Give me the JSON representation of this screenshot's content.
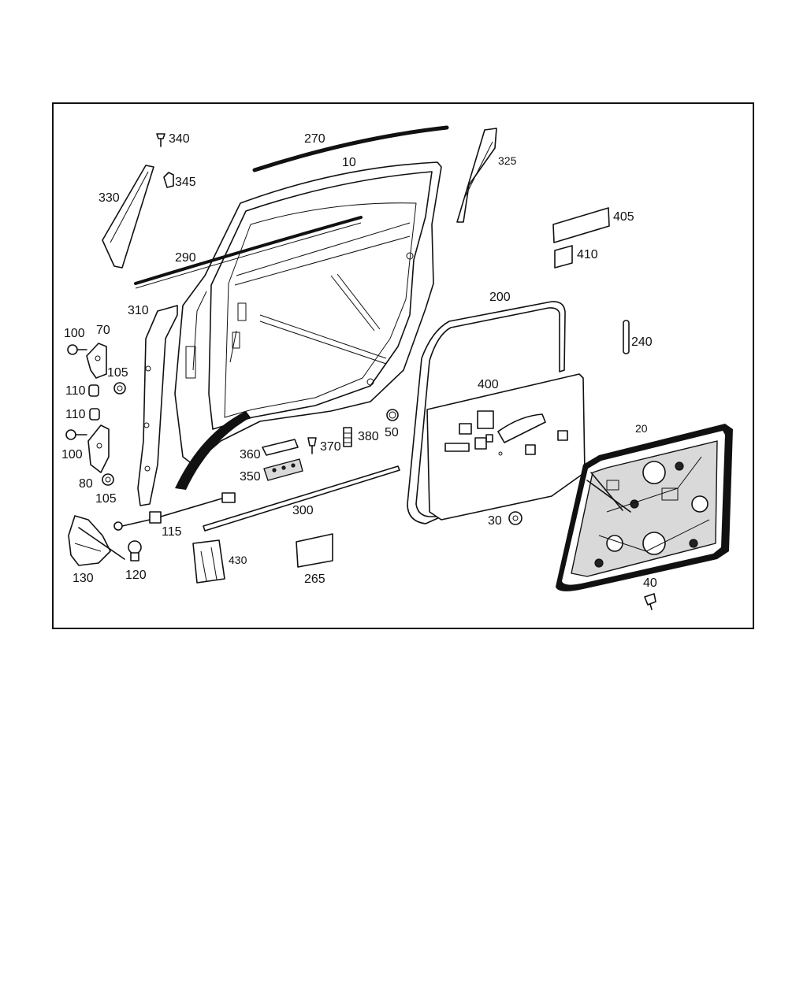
{
  "labels": {
    "p340": "340",
    "p270": "270",
    "p10": "10",
    "p325": "325",
    "p330": "330",
    "p345": "345",
    "p405": "405",
    "p410": "410",
    "p290": "290",
    "p310": "310",
    "p200": "200",
    "p100a": "100",
    "p70": "70",
    "p240": "240",
    "p105a": "105",
    "p110a": "110",
    "p400": "400",
    "p110b": "110",
    "p20": "20",
    "p380": "380",
    "p50": "50",
    "p100b": "100",
    "p370": "370",
    "p360": "360",
    "p350": "350",
    "p80": "80",
    "p105b": "105",
    "p300": "300",
    "p30": "30",
    "p115": "115",
    "p430": "430",
    "p130": "130",
    "p120": "120",
    "p265": "265",
    "p40": "40"
  }
}
